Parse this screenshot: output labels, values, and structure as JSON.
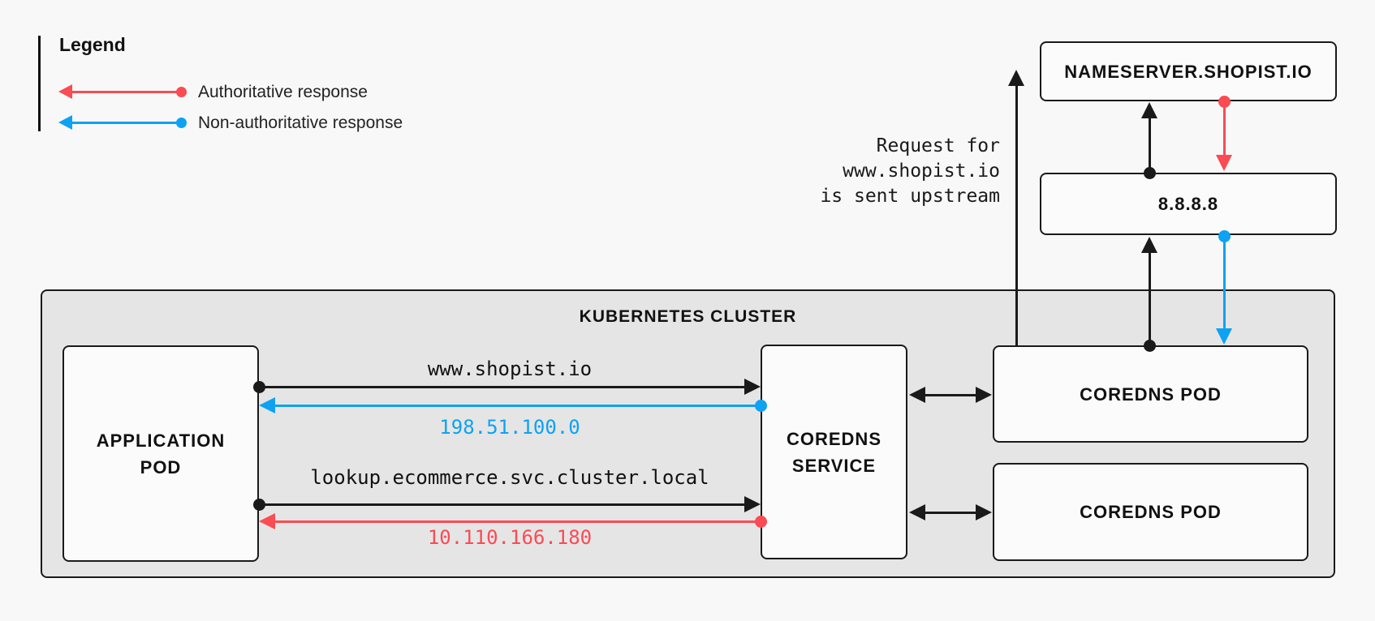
{
  "colors": {
    "authoritative_red": "#fb4b53",
    "non_authoritative_blue": "#0da2f2",
    "line_black": "#1a1a1a",
    "cluster_background": "#e5e5e6",
    "box_background": "#fbfbfc",
    "page_background": "#f8f8f9"
  },
  "legend": {
    "title": "Legend",
    "items": [
      {
        "label": "Authoritative response",
        "color": "#fb4b53",
        "icon": "left-arrow-with-dot"
      },
      {
        "label": "Non-authoritative response",
        "color": "#0da2f2",
        "icon": "left-arrow-with-dot"
      }
    ]
  },
  "external": {
    "nameserver": {
      "label": "NAMESERVER.SHOPIST.IO"
    },
    "upstream_dns": {
      "label": "8.8.8.8"
    },
    "upstream_note": {
      "line1": "Request for",
      "line2": "www.shopist.io",
      "line3": "is sent upstream"
    }
  },
  "cluster": {
    "title": "KUBERNETES CLUSTER",
    "app_pod": {
      "line1": "APPLICATION",
      "line2": "POD"
    },
    "coredns_service": {
      "line1": "COREDNS",
      "line2": "SERVICE"
    },
    "coredns_pod_1": {
      "label": "COREDNS POD"
    },
    "coredns_pod_2": {
      "label": "COREDNS POD"
    }
  },
  "messages": {
    "external_query": "www.shopist.io",
    "external_response": "198.51.100.0",
    "internal_query": "lookup.ecommerce.svc.cluster.local",
    "internal_response": "10.110.166.180"
  }
}
